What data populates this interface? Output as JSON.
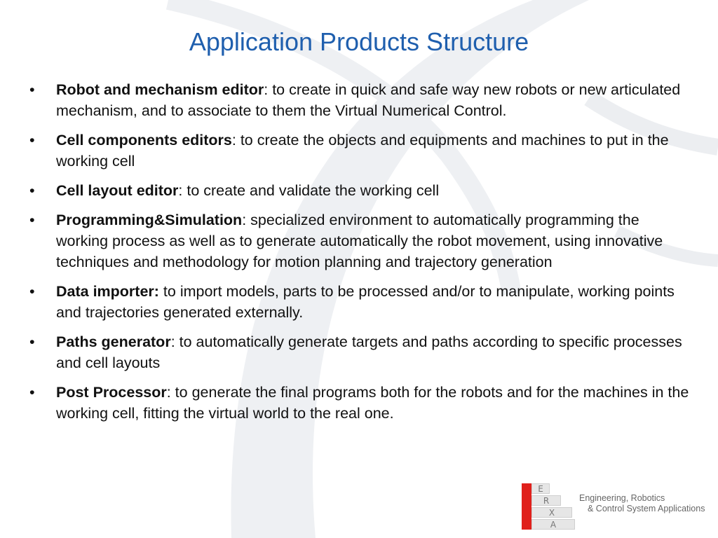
{
  "title": "Application Products Structure",
  "bullet_symbol": "•",
  "items": [
    {
      "term": "Robot and mechanism editor",
      "text": ": to create in quick and safe way new robots or new articulated mechanism, and to associate to them the Virtual Numerical Control."
    },
    {
      "term": "Cell components editors",
      "text": ": to create the objects and equipments and machines to put in the working cell"
    },
    {
      "term": "Cell layout editor",
      "text": ": to create and validate the working cell"
    },
    {
      "term": "Programming&Simulation",
      "text": ": specialized environment to automatically programming the working process as well as to generate automatically the robot movement, using innovative techniques and methodology for motion planning and trajectory generation"
    },
    {
      "term": "Data importer:",
      "text": " to import models, parts to be processed and/or to manipulate, working points and trajectories generated externally."
    },
    {
      "term": "Paths generator",
      "text": ": to automatically generate targets and paths according to specific processes and cell layouts"
    },
    {
      "term": "Post Processor",
      "text": ": to generate the final programs both for the robots and for the machines in the working cell, fitting the virtual world to the real one."
    }
  ],
  "logo": {
    "letters": [
      "E",
      "R",
      "X",
      "A"
    ],
    "line1": "Engineering, Robotics",
    "line2": "& Control System Applications",
    "accent_color": "#e0201b"
  },
  "colors": {
    "title": "#1f5fae",
    "swoosh": "#e9ecef"
  }
}
